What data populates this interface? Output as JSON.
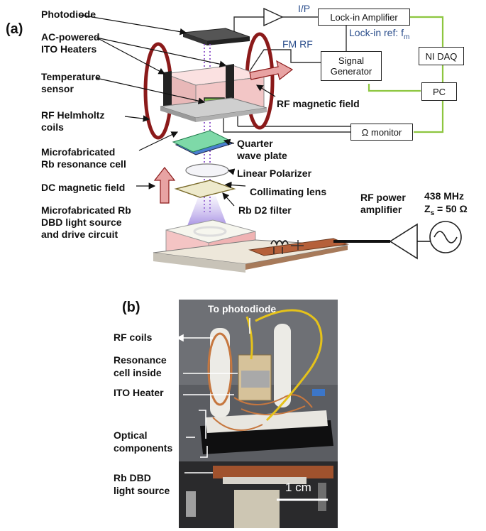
{
  "panel_a": {
    "letter": "(a)",
    "labels": {
      "photodiode": "Photodiode",
      "ito_heaters": "AC-powered\nITO Heaters",
      "temp_sensor": "Temperature\nsensor",
      "helmholtz": "RF Helmholtz\ncoils",
      "resonance_cell": "Microfabricated\nRb resonance cell",
      "dc_field": "DC magnetic field",
      "light_source": "Microfabricated Rb\nDBD light source\nand drive circuit",
      "quarter_wave": "Quarter\nwave plate",
      "polarizer": "Linear Polarizer",
      "lens": "Collimating lens",
      "d2_filter": "Rb D2 filter",
      "rf_field": "RF magnetic field",
      "rf_amp": "RF power\namplifier",
      "freq": "438 MHz",
      "zs_pre": "Z",
      "zs_sub": "s",
      "zs_post": " = 50 Ω"
    },
    "signals": {
      "ip": "I/P",
      "lockin_ref_pre": "Lock-in ref: f",
      "lockin_ref_sub": "m",
      "fm_rf": "FM RF"
    },
    "boxes": {
      "lockin": "Lock-in Amplifier",
      "nidaq": "NI DAQ",
      "siggen": "Signal\nGenerator",
      "pc": "PC",
      "ohm": "Ω monitor"
    },
    "colors": {
      "signal_line": "#8dc63f",
      "coil": "#8b1a1a",
      "cell_body": "#f2c6c6",
      "arrow_fill": "#e8a3a3",
      "pcb": "#b5603a",
      "blue_text": "#2b4e8c"
    }
  },
  "panel_b": {
    "letter": "(b)",
    "labels": {
      "to_photodiode": "To photodiode",
      "rf_coils": "RF coils",
      "resonance_cell": "Resonance\ncell inside",
      "ito_heater": "ITO Heater",
      "optical": "Optical\ncomponents",
      "dbd": "Rb DBD\nlight source",
      "scale": "1 cm"
    }
  }
}
